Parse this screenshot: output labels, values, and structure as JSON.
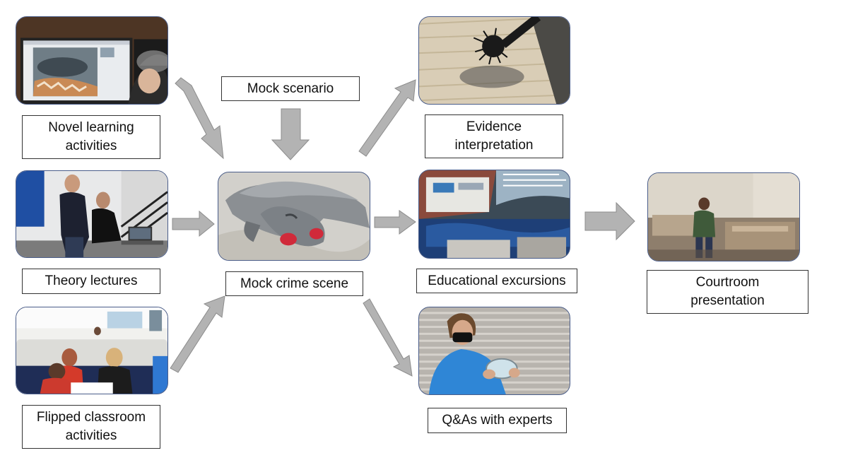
{
  "labels": {
    "novel_learning": "Novel learning\nactivities",
    "theory_lectures": "Theory lectures",
    "flipped_classroom": "Flipped classroom\nactivities",
    "mock_scenario": "Mock scenario",
    "mock_crime_scene": "Mock crime scene",
    "evidence_interpretation": "Evidence\ninterpretation",
    "educational_excursions": "Educational excursions",
    "qas_with_experts": "Q&As with experts",
    "courtroom_presentation": "Courtroom\npresentation"
  },
  "colors": {
    "arrow_fill": "#b3b3b3",
    "arrow_stroke": "#8c8c8c",
    "photo_border": "#4a5d8a"
  }
}
